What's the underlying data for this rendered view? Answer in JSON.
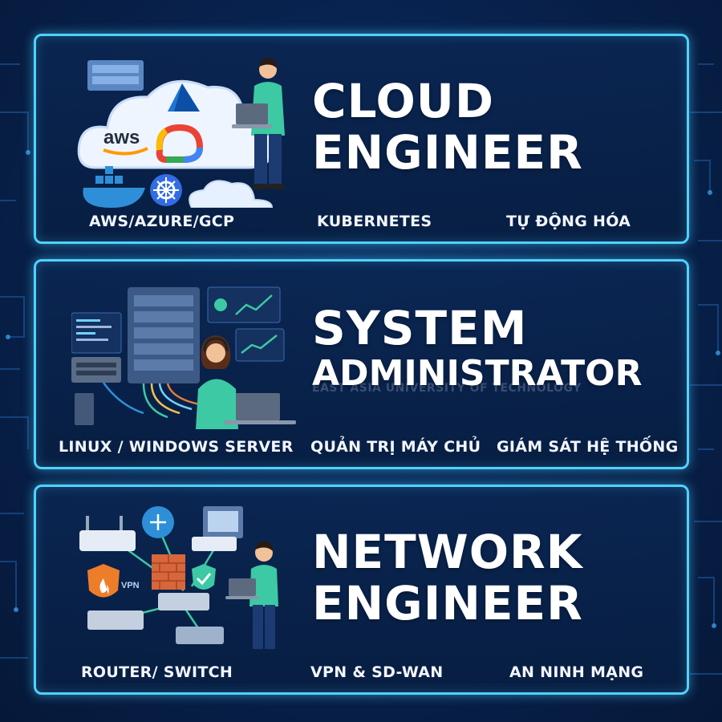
{
  "cards": [
    {
      "title_lines": [
        "CLOUD",
        "ENGINEER"
      ],
      "tags": [
        "AWS/AZURE/GCP",
        "KUBERNETES",
        "TỰ ĐỘNG HÓA"
      ],
      "logos": {
        "aws": "aws"
      }
    },
    {
      "title_lines": [
        "SYSTEM",
        "ADMINISTRATOR"
      ],
      "tags": [
        "LINUX / WINDOWS SERVER",
        "QUẢN TRỊ MÁY CHỦ",
        "GIÁM SÁT HỆ THỐNG"
      ],
      "watermark": "EAST ASIA UNIVERSITY OF TECHNOLOGY"
    },
    {
      "title_lines": [
        "NETWORK",
        "ENGINEER"
      ],
      "tags": [
        "ROUTER/ SWITCH",
        "VPN & SD-WAN",
        "AN NINH MẠNG"
      ],
      "labels": {
        "vpn": "VPN"
      }
    }
  ],
  "colors": {
    "accent_border": "#4fd2ff",
    "background": "#082350",
    "text": "#ffffff"
  },
  "icons": [
    "cloud-icon",
    "azure-logo-icon",
    "aws-logo-icon",
    "gcp-logo-icon",
    "docker-whale-icon",
    "kubernetes-helm-icon",
    "server-rack-icon",
    "monitor-chart-icon",
    "headset-operator-icon",
    "router-icon",
    "switch-icon",
    "firewall-icon",
    "shield-fire-icon",
    "checkmark-shield-icon",
    "laptop-icon",
    "person-icon"
  ]
}
